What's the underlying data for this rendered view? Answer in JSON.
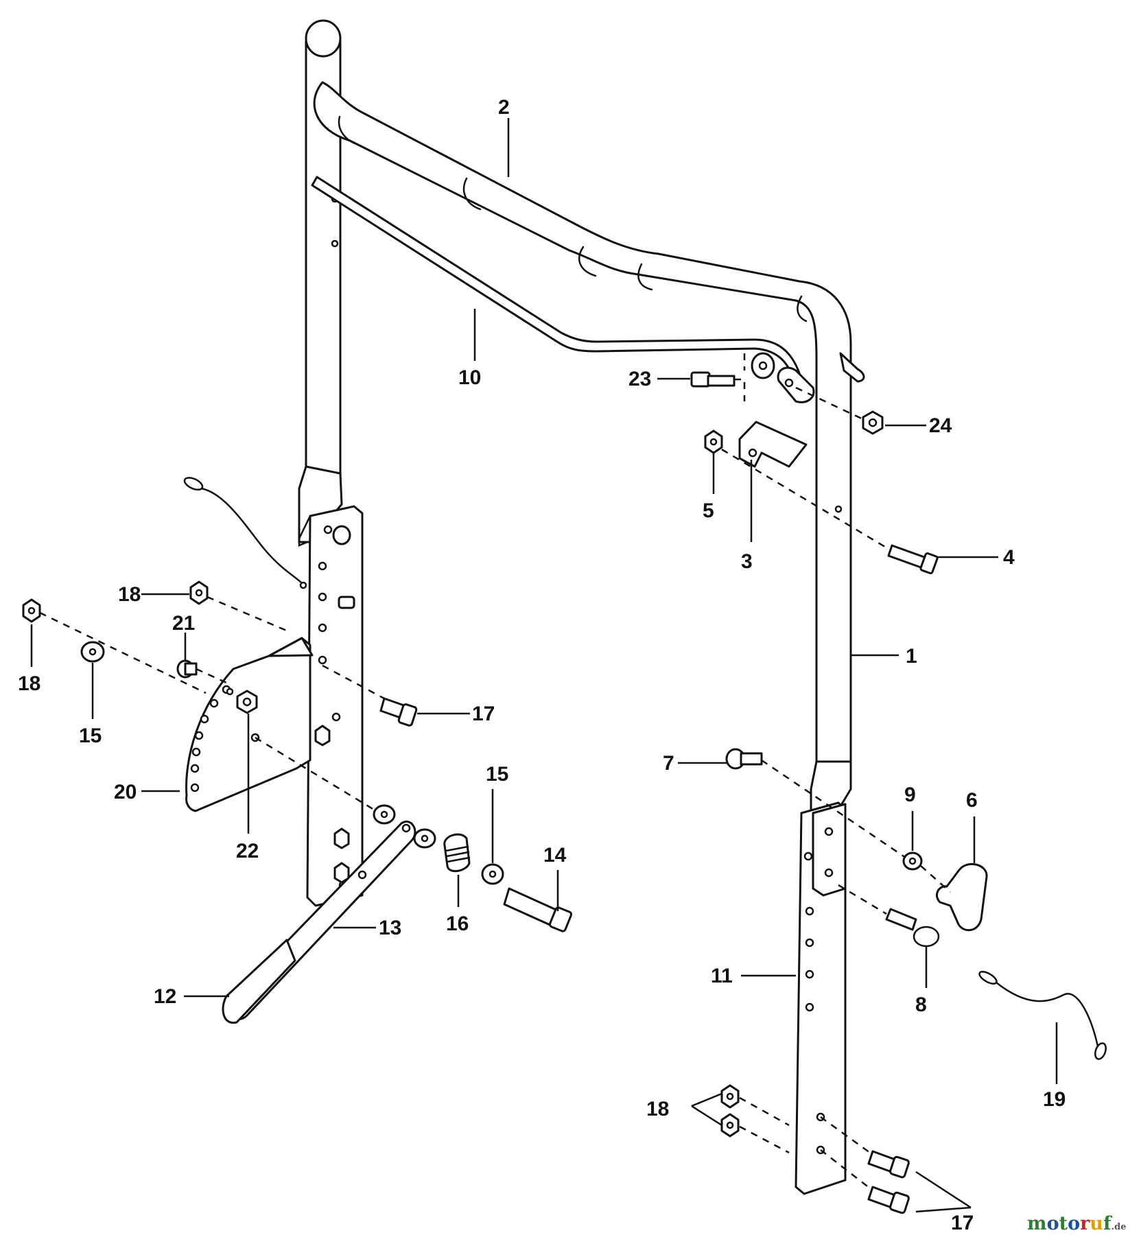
{
  "callouts": {
    "c1": "1",
    "c2": "2",
    "c3": "3",
    "c4": "4",
    "c5": "5",
    "c6": "6",
    "c7": "7",
    "c8": "8",
    "c9": "9",
    "c10": "10",
    "c11": "11",
    "c12": "12",
    "c13": "13",
    "c14": "14",
    "c15a": "15",
    "c15b": "15",
    "c16": "16",
    "c17a": "17",
    "c17b": "17",
    "c18a": "18",
    "c18b": "18",
    "c18c": "18",
    "c19": "19",
    "c20": "20",
    "c21": "21",
    "c22": "22",
    "c23": "23",
    "c24": "24"
  },
  "watermark": {
    "letters": [
      "m",
      "o",
      "t",
      "o",
      "r",
      "u",
      "f"
    ],
    "letter_colors": [
      "#2f7d32",
      "#1e4fa0",
      "#2f7d32",
      "#1e4fa0",
      "#c62828",
      "#e0a000",
      "#2f7d32"
    ],
    "suffix": ".de",
    "suffix_color": "#555555"
  }
}
